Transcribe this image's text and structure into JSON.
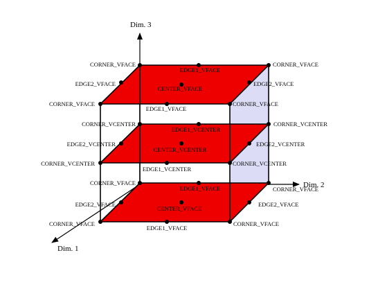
{
  "axes": {
    "dim1": "Dim. 1",
    "dim2": "Dim. 2",
    "dim3": "Dim. 3"
  },
  "colors": {
    "face_red": "#ee0000",
    "side_lavender": "#dcdcf6",
    "side_orange": "#ee6548",
    "line": "#000000"
  },
  "labels": {
    "top_corner_back_left": "CORNER_VFACE",
    "top_corner_back_right": "CORNER_VFACE",
    "top_edge1_back": "EDGE1_VFACE",
    "top_edge2_left": "EDGE2_VFACE",
    "top_edge2_right": "EDGE2_VFACE",
    "top_center": "CENTER_VFACE",
    "top_corner_front_left": "CORNER_VFACE",
    "top_edge1_front": "EDGE1_VFACE",
    "top_corner_front_right": "CORNER_VFACE",
    "mid_corner_back_left": "CORNER_VCENTER",
    "mid_edge1_back": "EDGE1_VCENTER",
    "mid_corner_back_right": "CORNER_VCENTER",
    "mid_edge2_left": "EDGE2_VCENTER",
    "mid_center": "CENTER_VCENTER",
    "mid_edge2_right": "EDGE2_VCENTER",
    "mid_corner_front_left": "CORNER_VCENTER",
    "mid_edge1_front": "EDGE1_VCENTER",
    "mid_corner_front_right": "CORNER_VCENTER",
    "bot_corner_back_left": "CORNER_VFACE",
    "bot_edge1_back": "EDGE1_VFACE",
    "bot_corner_back_right": "CORNER_VFACE",
    "bot_edge2_left": "EDGE2_VFACE",
    "bot_center": "CENTER_VFACE",
    "bot_edge2_right": "EDGE2_VFACE",
    "bot_corner_front_left": "CORNER_VFACE",
    "bot_edge1_front": "EDGE1_VFACE",
    "bot_corner_front_right": "CORNER_VFACE"
  }
}
